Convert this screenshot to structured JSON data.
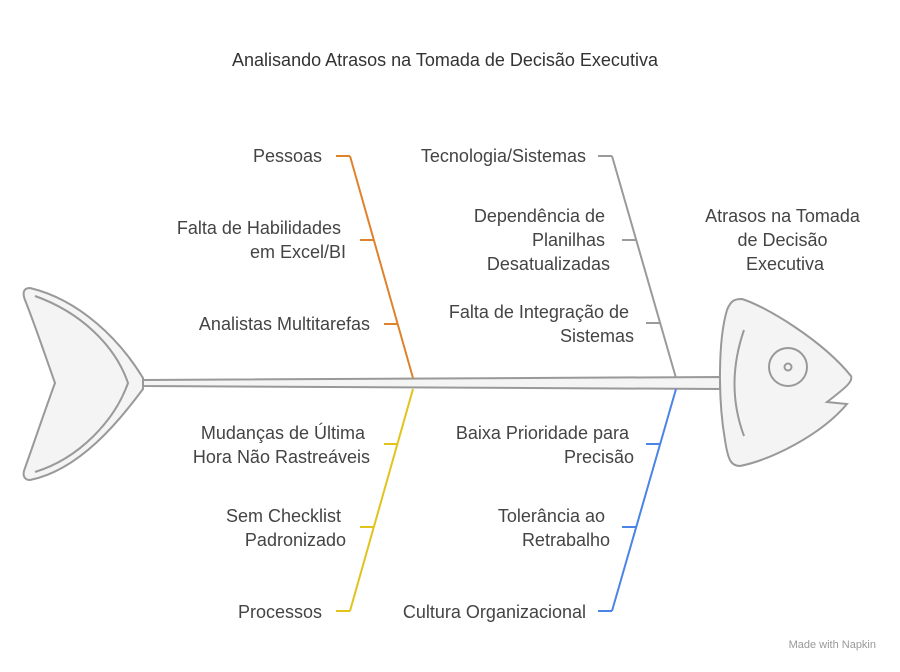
{
  "title": "Analisando Atrasos na Tomada de Decisão Executiva",
  "effect": [
    "Atrasos na Tomada",
    "de Decisão",
    "Executiva"
  ],
  "colors": {
    "people": "#e0812c",
    "process": "#e2c31c",
    "technology": "#9a9a9a",
    "culture": "#4a84e6",
    "text": "#444444"
  },
  "categories": {
    "people": {
      "label": "Pessoas",
      "causes": [
        [
          "Falta de Habilidades",
          "em Excel/BI"
        ],
        [
          "Analistas Multitarefas"
        ]
      ]
    },
    "process": {
      "label": "Processos",
      "causes": [
        [
          "Mudanças de Última",
          "Hora Não Rastreáveis"
        ],
        [
          "Sem Checklist",
          "Padronizado"
        ]
      ]
    },
    "technology": {
      "label": "Tecnologia/Sistemas",
      "causes": [
        [
          "Dependência de",
          "Planilhas",
          "Desatualizadas"
        ],
        [
          "Falta de Integração de",
          "Sistemas"
        ]
      ]
    },
    "culture": {
      "label": "Cultura Organizacional",
      "causes": [
        [
          "Baixa Prioridade para",
          "Precisão"
        ],
        [
          "Tolerância ao",
          "Retrabalho"
        ]
      ]
    }
  },
  "watermark": "Made with Napkin"
}
